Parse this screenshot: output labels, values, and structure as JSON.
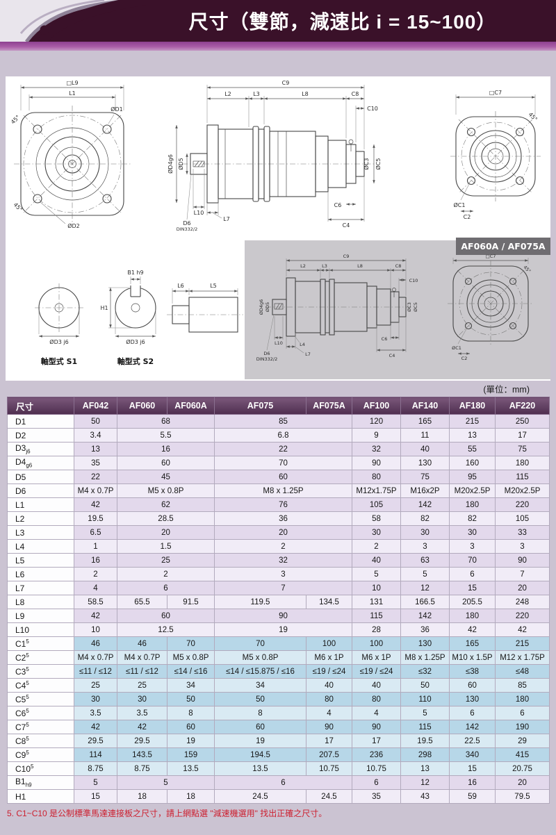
{
  "page": {
    "title": "尺寸（雙節，減速比 i = 15~100）",
    "unit_note": "(單位：mm)",
    "footnote": "5. C1~C10 是公制標準馬達連接板之尺寸，請上網點選 \"減速機選用\" 找出正確之尺寸。"
  },
  "drawings": {
    "variant_label": "AF060A / AF075A",
    "front": {
      "l9": "□L9",
      "l1": "L1",
      "d1": "ØD1",
      "d2": "ØD2",
      "angle": "45°"
    },
    "side": {
      "c9": "C9",
      "l2": "L2",
      "l3": "L3",
      "l4": "L4",
      "l8": "L8",
      "c8": "C8",
      "c10": "C10",
      "d4": "ØD4g6",
      "d5": "ØD5",
      "c3": "ØC3",
      "c5": "ØC5",
      "l10": "L10",
      "l7": "L7",
      "d6": "D6",
      "din": "DIN332/2",
      "c6": "C6",
      "c4": "C4"
    },
    "rear": {
      "c7": "□C7",
      "c1": "ØC1",
      "c2": "C2",
      "angle": "45°"
    },
    "shafts": {
      "s1": "軸型式 S1",
      "s2": "軸型式 S2",
      "d3": "ØD3 j6",
      "b1": "B1 h9",
      "h1": "H1",
      "l5": "L5",
      "l6": "L6"
    }
  },
  "table": {
    "columns": [
      "尺寸",
      "AF042",
      "AF060",
      "AF060A",
      "AF075",
      "AF075A",
      "AF100",
      "AF140",
      "AF180",
      "AF220"
    ],
    "rows": [
      {
        "label": "D1",
        "cells": [
          [
            "50",
            1
          ],
          [
            "68",
            2
          ],
          [
            "85",
            2
          ],
          [
            "120",
            1
          ],
          [
            "165",
            1
          ],
          [
            "215",
            1
          ],
          [
            "250",
            1
          ]
        ],
        "tint": "pd"
      },
      {
        "label": "D2",
        "cells": [
          [
            "3.4",
            1
          ],
          [
            "5.5",
            2
          ],
          [
            "6.8",
            2
          ],
          [
            "9",
            1
          ],
          [
            "11",
            1
          ],
          [
            "13",
            1
          ],
          [
            "17",
            1
          ]
        ],
        "tint": "pl"
      },
      {
        "label": "D3",
        "sub": "j6",
        "cells": [
          [
            "13",
            1
          ],
          [
            "16",
            2
          ],
          [
            "22",
            2
          ],
          [
            "32",
            1
          ],
          [
            "40",
            1
          ],
          [
            "55",
            1
          ],
          [
            "75",
            1
          ]
        ],
        "tint": "pd"
      },
      {
        "label": "D4",
        "sub": "g6",
        "cells": [
          [
            "35",
            1
          ],
          [
            "60",
            2
          ],
          [
            "70",
            2
          ],
          [
            "90",
            1
          ],
          [
            "130",
            1
          ],
          [
            "160",
            1
          ],
          [
            "180",
            1
          ]
        ],
        "tint": "pl"
      },
      {
        "label": "D5",
        "cells": [
          [
            "22",
            1
          ],
          [
            "45",
            2
          ],
          [
            "60",
            2
          ],
          [
            "80",
            1
          ],
          [
            "75",
            1
          ],
          [
            "95",
            1
          ],
          [
            "115",
            1
          ]
        ],
        "tint": "pd"
      },
      {
        "label": "D6",
        "cells": [
          [
            "M4 x 0.7P",
            1
          ],
          [
            "M5 x 0.8P",
            2
          ],
          [
            "M8 x 1.25P",
            2
          ],
          [
            "M12x1.75P",
            1
          ],
          [
            "M16x2P",
            1
          ],
          [
            "M20x2.5P",
            1
          ],
          [
            "M20x2.5P",
            1
          ]
        ],
        "tint": "pl"
      },
      {
        "label": "L1",
        "cells": [
          [
            "42",
            1
          ],
          [
            "62",
            2
          ],
          [
            "76",
            2
          ],
          [
            "105",
            1
          ],
          [
            "142",
            1
          ],
          [
            "180",
            1
          ],
          [
            "220",
            1
          ]
        ],
        "tint": "pd"
      },
      {
        "label": "L2",
        "cells": [
          [
            "19.5",
            1
          ],
          [
            "28.5",
            2
          ],
          [
            "36",
            2
          ],
          [
            "58",
            1
          ],
          [
            "82",
            1
          ],
          [
            "82",
            1
          ],
          [
            "105",
            1
          ]
        ],
        "tint": "pl"
      },
      {
        "label": "L3",
        "cells": [
          [
            "6.5",
            1
          ],
          [
            "20",
            2
          ],
          [
            "20",
            2
          ],
          [
            "30",
            1
          ],
          [
            "30",
            1
          ],
          [
            "30",
            1
          ],
          [
            "33",
            1
          ]
        ],
        "tint": "pd"
      },
      {
        "label": "L4",
        "cells": [
          [
            "1",
            1
          ],
          [
            "1.5",
            2
          ],
          [
            "2",
            2
          ],
          [
            "2",
            1
          ],
          [
            "3",
            1
          ],
          [
            "3",
            1
          ],
          [
            "3",
            1
          ]
        ],
        "tint": "pl"
      },
      {
        "label": "L5",
        "cells": [
          [
            "16",
            1
          ],
          [
            "25",
            2
          ],
          [
            "32",
            2
          ],
          [
            "40",
            1
          ],
          [
            "63",
            1
          ],
          [
            "70",
            1
          ],
          [
            "90",
            1
          ]
        ],
        "tint": "pd"
      },
      {
        "label": "L6",
        "cells": [
          [
            "2",
            1
          ],
          [
            "2",
            2
          ],
          [
            "3",
            2
          ],
          [
            "5",
            1
          ],
          [
            "5",
            1
          ],
          [
            "6",
            1
          ],
          [
            "7",
            1
          ]
        ],
        "tint": "pl"
      },
      {
        "label": "L7",
        "cells": [
          [
            "4",
            1
          ],
          [
            "6",
            2
          ],
          [
            "7",
            2
          ],
          [
            "10",
            1
          ],
          [
            "12",
            1
          ],
          [
            "15",
            1
          ],
          [
            "20",
            1
          ]
        ],
        "tint": "pd"
      },
      {
        "label": "L8",
        "cells": [
          [
            "58.5",
            1
          ],
          [
            "65.5",
            1
          ],
          [
            "91.5",
            1
          ],
          [
            "119.5",
            1
          ],
          [
            "134.5",
            1
          ],
          [
            "131",
            1
          ],
          [
            "166.5",
            1
          ],
          [
            "205.5",
            1
          ],
          [
            "248",
            1
          ]
        ],
        "tint": "pl"
      },
      {
        "label": "L9",
        "cells": [
          [
            "42",
            1
          ],
          [
            "60",
            2
          ],
          [
            "90",
            2
          ],
          [
            "115",
            1
          ],
          [
            "142",
            1
          ],
          [
            "180",
            1
          ],
          [
            "220",
            1
          ]
        ],
        "tint": "pd"
      },
      {
        "label": "L10",
        "cells": [
          [
            "10",
            1
          ],
          [
            "12.5",
            2
          ],
          [
            "19",
            2
          ],
          [
            "28",
            1
          ],
          [
            "36",
            1
          ],
          [
            "42",
            1
          ],
          [
            "42",
            1
          ]
        ],
        "tint": "pl"
      },
      {
        "label": "C1",
        "sup": "5",
        "cells": [
          [
            "46",
            1
          ],
          [
            "46",
            1
          ],
          [
            "70",
            1
          ],
          [
            "70",
            1
          ],
          [
            "100",
            1
          ],
          [
            "100",
            1
          ],
          [
            "130",
            1
          ],
          [
            "165",
            1
          ],
          [
            "215",
            1
          ]
        ],
        "tint": "bd"
      },
      {
        "label": "C2",
        "sup": "5",
        "cells": [
          [
            "M4 x 0.7P",
            1
          ],
          [
            "M4 x 0.7P",
            1
          ],
          [
            "M5 x 0.8P",
            1
          ],
          [
            "M5 x 0.8P",
            1
          ],
          [
            "M6 x 1P",
            1
          ],
          [
            "M6 x 1P",
            1
          ],
          [
            "M8 x 1.25P",
            1
          ],
          [
            "M10 x 1.5P",
            1
          ],
          [
            "M12 x 1.75P",
            1
          ]
        ],
        "tint": "bl"
      },
      {
        "label": "C3",
        "sup": "5",
        "cells": [
          [
            "≤11 / ≤12",
            1
          ],
          [
            "≤11 / ≤12",
            1
          ],
          [
            "≤14 / ≤16",
            1
          ],
          [
            "≤14 / ≤15.875 / ≤16",
            1
          ],
          [
            "≤19 / ≤24",
            1
          ],
          [
            "≤19 / ≤24",
            1
          ],
          [
            "≤32",
            1
          ],
          [
            "≤38",
            1
          ],
          [
            "≤48",
            1
          ]
        ],
        "tint": "bd"
      },
      {
        "label": "C4",
        "sup": "5",
        "cells": [
          [
            "25",
            1
          ],
          [
            "25",
            1
          ],
          [
            "34",
            1
          ],
          [
            "34",
            1
          ],
          [
            "40",
            1
          ],
          [
            "40",
            1
          ],
          [
            "50",
            1
          ],
          [
            "60",
            1
          ],
          [
            "85",
            1
          ]
        ],
        "tint": "bl"
      },
      {
        "label": "C5",
        "sup": "5",
        "cells": [
          [
            "30",
            1
          ],
          [
            "30",
            1
          ],
          [
            "50",
            1
          ],
          [
            "50",
            1
          ],
          [
            "80",
            1
          ],
          [
            "80",
            1
          ],
          [
            "110",
            1
          ],
          [
            "130",
            1
          ],
          [
            "180",
            1
          ]
        ],
        "tint": "bd"
      },
      {
        "label": "C6",
        "sup": "5",
        "cells": [
          [
            "3.5",
            1
          ],
          [
            "3.5",
            1
          ],
          [
            "8",
            1
          ],
          [
            "8",
            1
          ],
          [
            "4",
            1
          ],
          [
            "4",
            1
          ],
          [
            "5",
            1
          ],
          [
            "6",
            1
          ],
          [
            "6",
            1
          ]
        ],
        "tint": "bl"
      },
      {
        "label": "C7",
        "sup": "5",
        "cells": [
          [
            "42",
            1
          ],
          [
            "42",
            1
          ],
          [
            "60",
            1
          ],
          [
            "60",
            1
          ],
          [
            "90",
            1
          ],
          [
            "90",
            1
          ],
          [
            "115",
            1
          ],
          [
            "142",
            1
          ],
          [
            "190",
            1
          ]
        ],
        "tint": "bd"
      },
      {
        "label": "C8",
        "sup": "5",
        "cells": [
          [
            "29.5",
            1
          ],
          [
            "29.5",
            1
          ],
          [
            "19",
            1
          ],
          [
            "19",
            1
          ],
          [
            "17",
            1
          ],
          [
            "17",
            1
          ],
          [
            "19.5",
            1
          ],
          [
            "22.5",
            1
          ],
          [
            "29",
            1
          ]
        ],
        "tint": "bl"
      },
      {
        "label": "C9",
        "sup": "5",
        "cells": [
          [
            "114",
            1
          ],
          [
            "143.5",
            1
          ],
          [
            "159",
            1
          ],
          [
            "194.5",
            1
          ],
          [
            "207.5",
            1
          ],
          [
            "236",
            1
          ],
          [
            "298",
            1
          ],
          [
            "340",
            1
          ],
          [
            "415",
            1
          ]
        ],
        "tint": "bd"
      },
      {
        "label": "C10",
        "sup": "5",
        "cells": [
          [
            "8.75",
            1
          ],
          [
            "8.75",
            1
          ],
          [
            "13.5",
            1
          ],
          [
            "13.5",
            1
          ],
          [
            "10.75",
            1
          ],
          [
            "10.75",
            1
          ],
          [
            "13",
            1
          ],
          [
            "15",
            1
          ],
          [
            "20.75",
            1
          ]
        ],
        "tint": "bl"
      },
      {
        "label": "B1",
        "sub": "h9",
        "cells": [
          [
            "5",
            1
          ],
          [
            "5",
            2
          ],
          [
            "6",
            2
          ],
          [
            "6",
            1
          ],
          [
            "12",
            1
          ],
          [
            "16",
            1
          ],
          [
            "20",
            1
          ]
        ],
        "tint": "pd"
      },
      {
        "label": "H1",
        "cells": [
          [
            "15",
            1
          ],
          [
            "18",
            1
          ],
          [
            "18",
            1
          ],
          [
            "24.5",
            1
          ],
          [
            "24.5",
            1
          ],
          [
            "35",
            1
          ],
          [
            "43",
            1
          ],
          [
            "59",
            1
          ],
          [
            "79.5",
            1
          ]
        ],
        "tint": "pl"
      }
    ]
  }
}
